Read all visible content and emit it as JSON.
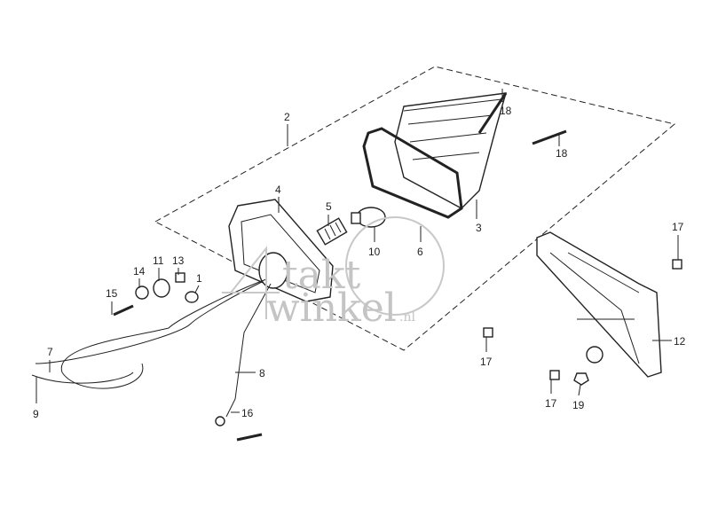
{
  "watermark": {
    "text_line1": "takt",
    "text_line2": "winkel",
    "suffix": ".nl",
    "digit": "4"
  },
  "part_labels": [
    {
      "id": "label-2",
      "text": "2"
    },
    {
      "id": "label-18a",
      "text": "18"
    },
    {
      "id": "label-18b",
      "text": "18"
    },
    {
      "id": "label-4",
      "text": "4"
    },
    {
      "id": "label-5",
      "text": "5"
    },
    {
      "id": "label-3",
      "text": "3"
    },
    {
      "id": "label-10",
      "text": "10"
    },
    {
      "id": "label-6",
      "text": "6"
    },
    {
      "id": "label-17a",
      "text": "17"
    },
    {
      "id": "label-14",
      "text": "14"
    },
    {
      "id": "label-11",
      "text": "11"
    },
    {
      "id": "label-13",
      "text": "13"
    },
    {
      "id": "label-1",
      "text": "1"
    },
    {
      "id": "label-15",
      "text": "15"
    },
    {
      "id": "label-12",
      "text": "12"
    },
    {
      "id": "label-17b",
      "text": "17"
    },
    {
      "id": "label-7",
      "text": "7"
    },
    {
      "id": "label-8",
      "text": "8"
    },
    {
      "id": "label-9",
      "text": "9"
    },
    {
      "id": "label-16",
      "text": "16"
    },
    {
      "id": "label-17c",
      "text": "17"
    },
    {
      "id": "label-19",
      "text": "19"
    }
  ]
}
